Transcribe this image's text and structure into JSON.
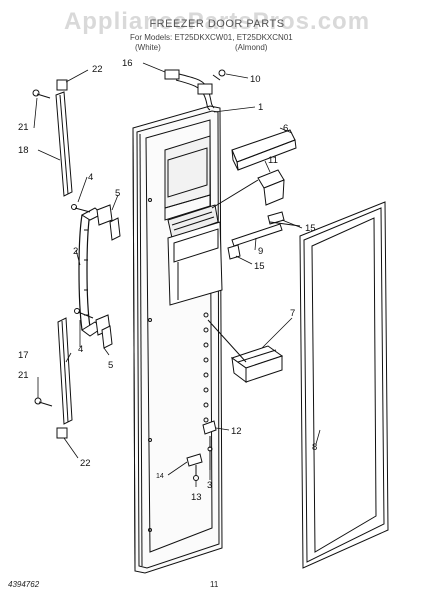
{
  "header": {
    "watermark": "AppliancePartsPros.com",
    "title": "FREEZER DOOR PARTS",
    "models_text": "For Models: ET25DKXCW01, ET25DKXCN01",
    "variant_white": "(White)",
    "variant_almond": "(Almond)"
  },
  "callouts": {
    "c1": "1",
    "c2": "2",
    "c3": "3",
    "c4a": "4",
    "c4b": "4",
    "c5a": "5",
    "c5b": "5",
    "c6": "6",
    "c7": "7",
    "c8": "8",
    "c9": "9",
    "c10": "10",
    "c11": "11",
    "c12": "12",
    "c13": "13",
    "c14": "14",
    "c15a": "15",
    "c15b": "15",
    "c16": "16",
    "c17": "17",
    "c18": "18",
    "c21a": "21",
    "c21b": "21",
    "c22a": "22",
    "c22b": "22"
  },
  "footer": {
    "doc_number": "4394762",
    "page_number": "11"
  }
}
